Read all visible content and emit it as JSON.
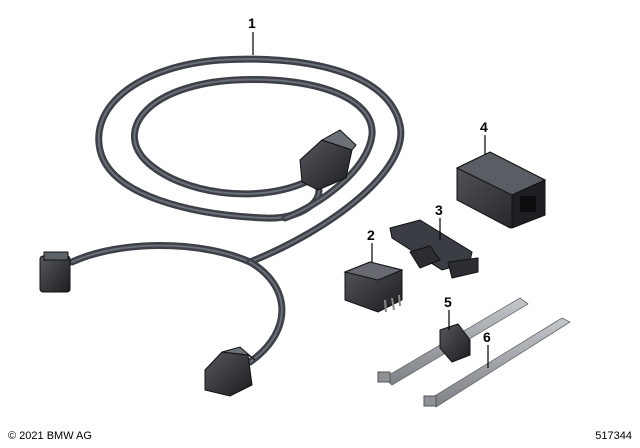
{
  "callouts": {
    "c1": "1",
    "c2": "2",
    "c3": "3",
    "c4": "4",
    "c5": "5",
    "c6": "6"
  },
  "footer": {
    "copyright": "© 2021 BMW AG",
    "diagram_number": "517344"
  },
  "colors": {
    "cable": "#4a4f58",
    "cable_highlight": "#8a8f99",
    "connector": "#2a2c30",
    "tie": "#9fa3a8"
  },
  "icons": {
    "part_1": "wiring-harness-icon",
    "part_2": "relay-icon",
    "part_3": "bracket-icon",
    "part_4": "connector-housing-icon",
    "part_5": "cable-tie-with-clip-icon",
    "part_6": "cable-tie-icon"
  }
}
